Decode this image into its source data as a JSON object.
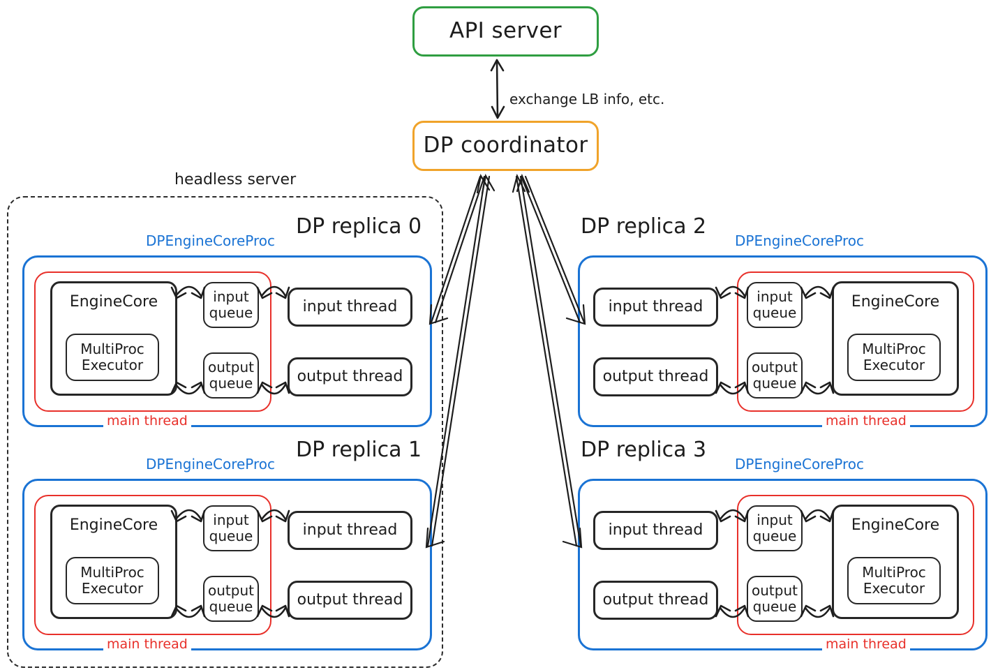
{
  "diagram": {
    "title_nodes": {
      "api_server": "API server",
      "dp_coordinator": "DP coordinator"
    },
    "edge_labels": {
      "api_to_coordinator": "exchange LB info, etc."
    },
    "group_label": "headless server",
    "proc_label": "DPEngineCoreProc",
    "main_thread_label": "main thread",
    "node_labels": {
      "engine_core": "EngineCore",
      "multiproc_executor": "MultiProc\nExecutor",
      "multiproc_executor_l1": "MultiProc",
      "multiproc_executor_l2": "Executor",
      "input_queue_l1": "input",
      "input_queue_l2": "queue",
      "output_queue_l1": "output",
      "output_queue_l2": "queue",
      "input_thread": "input thread",
      "output_thread": "output thread"
    },
    "replicas": [
      {
        "id": "replica-0",
        "title": "DP replica 0",
        "side": "left",
        "in_headless": true
      },
      {
        "id": "replica-1",
        "title": "DP replica 1",
        "side": "left",
        "in_headless": true
      },
      {
        "id": "replica-2",
        "title": "DP replica 2",
        "side": "right",
        "in_headless": false
      },
      {
        "id": "replica-3",
        "title": "DP replica 3",
        "side": "right",
        "in_headless": false
      }
    ],
    "colors": {
      "api_server_border": "#2f9e41",
      "coordinator_border": "#f0a32a",
      "proc_border": "#1a73d4",
      "main_thread_border": "#e8302a",
      "node_border": "#262626",
      "headless_border": "#2b2b2b",
      "arrow": "#1d1d1d",
      "background": "#ffffff"
    }
  }
}
